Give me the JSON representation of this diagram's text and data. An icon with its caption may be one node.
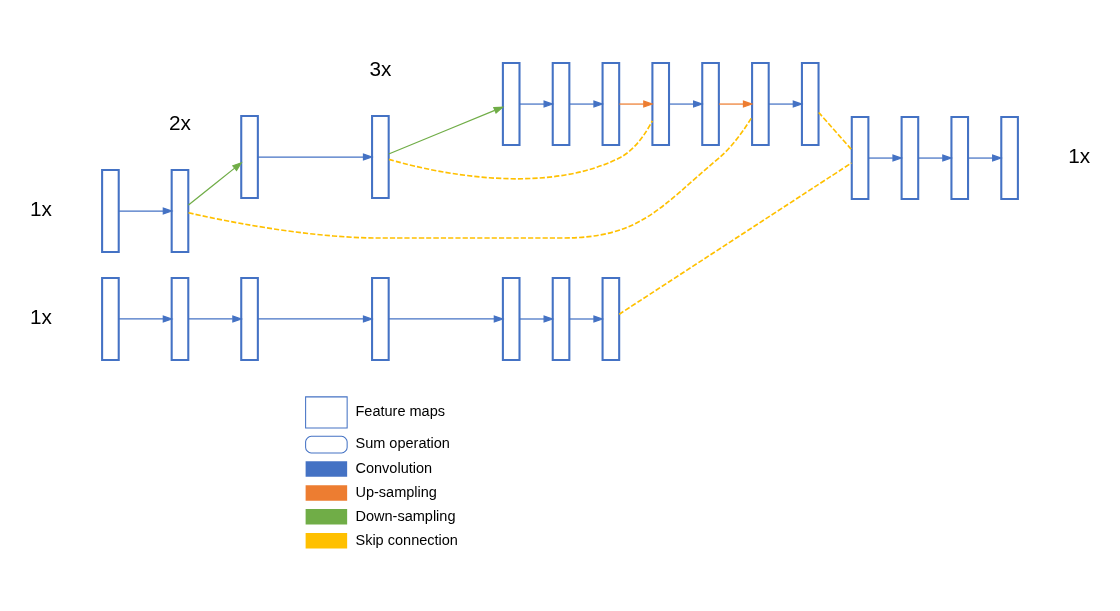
{
  "diagram": {
    "nodes": [
      {
        "text": [],
        "shape": "box"
      },
      {
        "text": [],
        "shape": "box"
      },
      {
        "text": [],
        "shape": "box"
      },
      {
        "text": [],
        "shape": "box"
      },
      {
        "text": [],
        "shape": "box"
      },
      {
        "text": [],
        "shape": "box"
      },
      {
        "text": [],
        "shape": "box"
      },
      {
        "text": [],
        "shape": "box"
      },
      {
        "text": [],
        "shape": "box"
      },
      {
        "text": [],
        "shape": "box"
      },
      {
        "text": [],
        "shape": "box"
      },
      {
        "text": [],
        "shape": "box"
      },
      {
        "text": [],
        "shape": "box"
      },
      {
        "text": [],
        "shape": "box"
      },
      {
        "text": [],
        "shape": "box"
      },
      {
        "text": [],
        "shape": "box"
      },
      {
        "text": [],
        "shape": "box"
      },
      {
        "text": [],
        "shape": "box"
      },
      {
        "text": [],
        "shape": "box"
      },
      {
        "text": [],
        "shape": "box"
      },
      {
        "text": [],
        "shape": "box"
      },
      {
        "text": [],
        "shape": "box"
      }
    ],
    "edges": [
      {
        "from": 0,
        "to": 1,
        "arrow": "to"
      },
      {
        "from": 1,
        "to": 2,
        "arrow": "to",
        "color": "#70ad47"
      },
      {
        "from": 2,
        "to": 3,
        "arrow": "to"
      },
      {
        "from": 3,
        "to": 4,
        "arrow": "to",
        "color": "#70ad47"
      },
      {
        "from": 4,
        "to": 5,
        "arrow": "to"
      },
      {
        "from": 5,
        "to": 6,
        "arrow": "to"
      },
      {
        "from": 6,
        "to": 7,
        "arrow": "to",
        "color": "#ed7d31"
      },
      {
        "from": 7,
        "to": 8,
        "arrow": "to"
      },
      {
        "from": 8,
        "to": 9,
        "arrow": "to",
        "color": "#ed7d31"
      },
      {
        "from": 9,
        "to": 10,
        "arrow": "to"
      },
      {
        "from": 1,
        "to": 9,
        "arrow": "none",
        "style": "dashed",
        "color": "#ffc000"
      },
      {
        "from": 3,
        "to": 7,
        "arrow": "none",
        "style": "dashed",
        "color": "#ffc000"
      },
      {
        "from": 10,
        "to": 11,
        "arrow": "none",
        "style": "dashed",
        "color": "#ffc000"
      },
      {
        "from": 21,
        "to": 11,
        "arrow": "none",
        "style": "dashed",
        "color": "#ffc000"
      },
      {
        "from": 11,
        "to": 12,
        "arrow": "to"
      },
      {
        "from": 12,
        "to": 13,
        "arrow": "to"
      },
      {
        "from": 13,
        "to": 14,
        "arrow": "to"
      },
      {
        "from": 15,
        "to": 16,
        "arrow": "to"
      },
      {
        "from": 16,
        "to": 17,
        "arrow": "to"
      },
      {
        "from": 17,
        "to": 18,
        "arrow": "to"
      },
      {
        "from": 18,
        "to": 19,
        "arrow": "to"
      },
      {
        "from": 19,
        "to": 20,
        "arrow": "to"
      },
      {
        "from": 20,
        "to": 21,
        "arrow": "to"
      }
    ],
    "labels": [
      "1x",
      "2x",
      "3x",
      "1x",
      "1x"
    ],
    "legend": [
      {
        "text": "Feature maps"
      },
      {
        "text": "Sum operation"
      },
      {
        "text": "Convolution"
      },
      {
        "text": "Up-sampling"
      },
      {
        "text": "Down-sampling"
      },
      {
        "text": "Skip connection"
      }
    ]
  }
}
